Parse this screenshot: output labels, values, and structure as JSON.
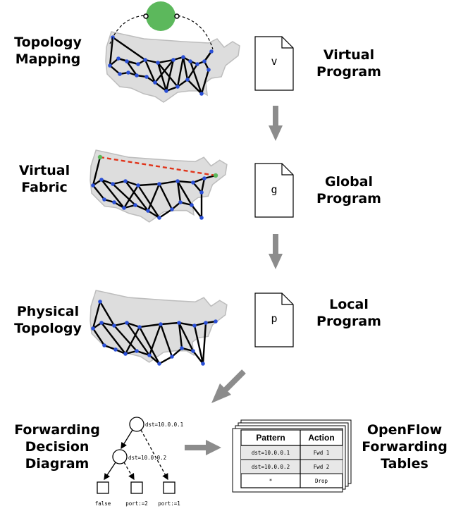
{
  "labels": {
    "topology_mapping": [
      "Topology",
      "Mapping"
    ],
    "virtual_fabric": [
      "Virtual",
      "Fabric"
    ],
    "physical_topology": [
      "Physical",
      "Topology"
    ],
    "forwarding_decision_diagram": [
      "Forwarding",
      "Decision",
      "Diagram"
    ],
    "virtual_program": [
      "Virtual",
      "Program"
    ],
    "global_program": [
      "Global",
      "Program"
    ],
    "local_program": [
      "Local",
      "Program"
    ],
    "openflow_tables": [
      "OpenFlow",
      "Forwarding",
      "Tables"
    ]
  },
  "documents": {
    "virtual": "v",
    "global": "g",
    "local": "p"
  },
  "fdd": {
    "root_test": "dst=10.0.0.1",
    "child_test": "dst=10.0.0.2",
    "leaves": [
      "false",
      "port:=2",
      "port:=1"
    ]
  },
  "table": {
    "headers": [
      "Pattern",
      "Action"
    ],
    "rows": [
      [
        "dst=10.0.0.1",
        "Fwd 1"
      ],
      [
        "dst=10.0.0.2",
        "Fwd 2"
      ],
      [
        "*",
        "Drop"
      ]
    ]
  },
  "colors": {
    "node": "#2a4fd6",
    "virtual_node": "#5cb85c",
    "virtual_link": "#e0341a",
    "arrow": "#8c8c8c",
    "map_fill": "#dddddd",
    "map_stroke": "#bdbdbd"
  }
}
